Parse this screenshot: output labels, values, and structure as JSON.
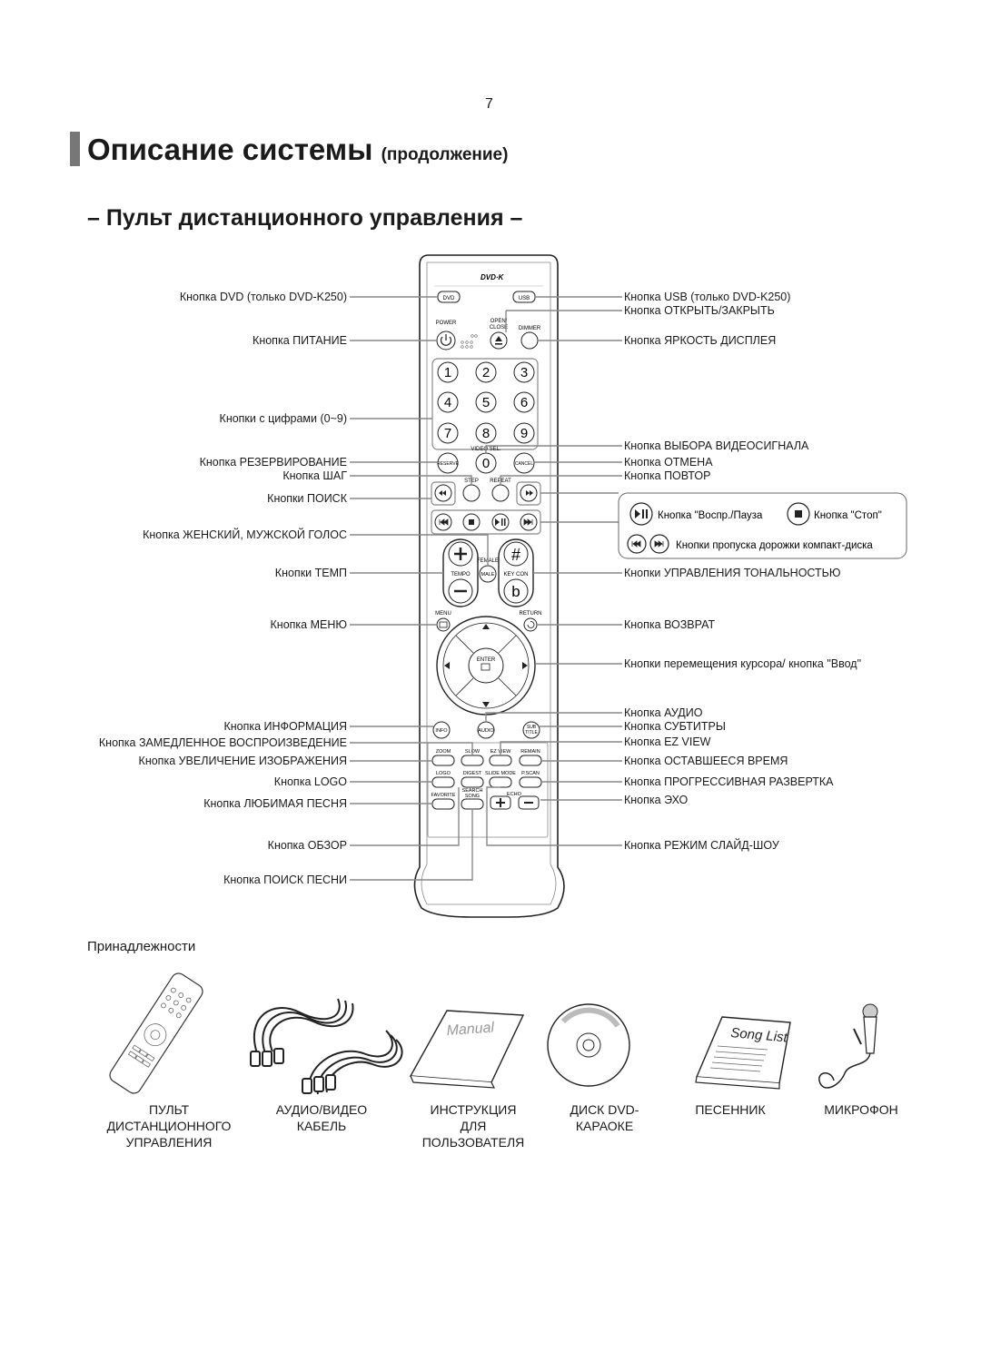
{
  "page_number": "7",
  "title": "Описание системы",
  "title_suffix": "(продолжение)",
  "subtitle": "– Пульт дистанционного управления –",
  "remote": {
    "brand_logo": "DVD·K",
    "btn": {
      "dvd": "DVD",
      "usb": "USB",
      "power": "POWER",
      "open_close_1": "OPEN/",
      "open_close_2": "CLOSE",
      "dimmer": "DIMMER",
      "n1": "1",
      "n2": "2",
      "n3": "3",
      "n4": "4",
      "n5": "5",
      "n6": "6",
      "n7": "7",
      "n8": "8",
      "n9": "9",
      "n0": "0",
      "video_sel": "VIDEO SEL.",
      "reserve": "RESERVE",
      "cancel": "CANCEL",
      "step": "STEP",
      "repeat": "REPEAT",
      "female": "FEMALE",
      "tempo": "TEMPO",
      "male": "MALE",
      "key_con": "KEY CON",
      "flat": "b",
      "menu": "MENU",
      "return": "RETURN",
      "enter": "ENTER",
      "info": "INFO",
      "audio": "AUDIO",
      "sub": "SUB",
      "title": "TITLE",
      "zoom": "ZOOM",
      "slow": "SLOW",
      "ez_view": "EZ VIEW",
      "remain": "REMAIN",
      "logo": "LOGO",
      "digest": "DIGEST",
      "slide_mode": "SLIDE MODE",
      "p_scan": "P.SCAN",
      "favorite": "FAVORITE",
      "search": "SEARCH",
      "song": "SONG",
      "echo": "ECHO"
    }
  },
  "left_labels": [
    "Кнопка DVD (только DVD-K250)",
    "Кнопка ПИТАНИЕ",
    "Кнопки с цифрами (0~9)",
    "Кнопка РЕЗЕРВИРОВАНИЕ",
    "Кнопка ШАГ",
    "Кнопки ПОИСК",
    "Кнопка ЖЕНСКИЙ, МУЖСКОЙ ГОЛОС",
    "Кнопки ТЕМП",
    "Кнопка МЕНЮ",
    "Кнопка ИНФОРМАЦИЯ",
    "Кнопка ЗАМЕДЛЕННОЕ ВОСПРОИЗВЕДЕНИЕ",
    "Кнопка УВЕЛИЧЕНИЕ ИЗОБРАЖЕНИЯ",
    "Кнопка LOGO",
    "Кнопка ЛЮБИМАЯ ПЕСНЯ",
    "Кнопка ОБЗОР",
    "Кнопка ПОИСК ПЕСНИ"
  ],
  "right_labels": [
    "Кнопка USB (только DVD-K250)",
    "Кнопка ОТКРЫТЬ/ЗАКРЫТЬ",
    "Кнопка ЯРКОСТЬ ДИСПЛЕЯ",
    "Кнопка ВЫБОРА ВИДЕОСИГНАЛА",
    "Кнопка ОТМЕНА",
    "Кнопка ПОВТОР",
    "Кнопки УПРАВЛЕНИЯ ТОНАЛЬНОСТЬЮ",
    "Кнопка ВОЗВРАТ",
    "Кнопки перемещения курсора/ кнопка \"Ввод\"",
    "Кнопка АУДИО",
    "Кнопка СУБТИТРЫ",
    "Кнопка EZ VIEW",
    "Кнопка ОСТАВШЕЕСЯ ВРЕМЯ",
    "Кнопка ПРОГРЕССИВНАЯ РАЗВЕРТКА",
    "Кнопка ЭХО",
    "Кнопка РЕЖИМ СЛАЙД-ШОУ"
  ],
  "legend": {
    "play_pause": "Кнопка \"Воспр./Пауза",
    "stop": "Кнопка \"Стоп\"",
    "skip": "Кнопки пропуска дорожки компакт-диска"
  },
  "accessories": {
    "heading": "Принадлежности",
    "manual_cover": "Manual",
    "songlist_cover": "Song List",
    "items": [
      {
        "line1": "ПУЛЬТ",
        "line2": "ДИСТАНЦИОННОГО",
        "line3": "УПРАВЛЕНИЯ"
      },
      {
        "line1": "АУДИО/ВИДЕО",
        "line2": "КАБЕЛЬ",
        "line3": ""
      },
      {
        "line1": "ИНСТРУКЦИЯ",
        "line2": "ДЛЯ",
        "line3": "ПОЛЬЗОВАТЕЛЯ"
      },
      {
        "line1": "ДИСК DVD-",
        "line2": "КАРАОКЕ",
        "line3": ""
      },
      {
        "line1": "ПЕСЕННИК",
        "line2": "",
        "line3": ""
      },
      {
        "line1": "МИКРОФОН",
        "line2": "",
        "line3": ""
      }
    ]
  }
}
